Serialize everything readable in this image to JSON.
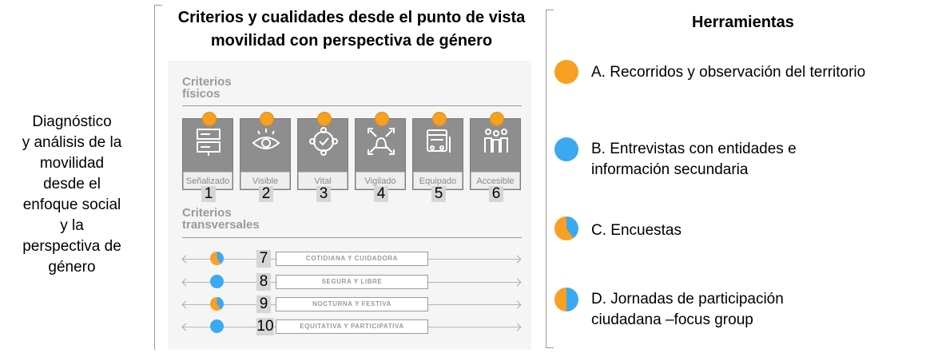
{
  "left": {
    "text": "Diagnóstico\ny análisis de la\nmovilidad\ndesde el\nenfoque social\ny la\nperspectiva de\ngénero"
  },
  "center": {
    "title": "Criterios y cualidades desde el punto de vista movilidad con perspectiva de género",
    "physical_section_label": "Criterios\nfísicos",
    "transversal_section_label": "Criterios\ntransversales",
    "criteria": [
      {
        "label": "Señalizado",
        "number": "1",
        "icon": "signage-icon"
      },
      {
        "label": "Visible",
        "number": "2",
        "icon": "eye-icon"
      },
      {
        "label": "Vital",
        "number": "3",
        "icon": "people-circle-icon"
      },
      {
        "label": "Vigilado",
        "number": "4",
        "icon": "surveillance-icon"
      },
      {
        "label": "Equipado",
        "number": "5",
        "icon": "equipment-icon"
      },
      {
        "label": "Accesible",
        "number": "6",
        "icon": "family-icon"
      }
    ],
    "transversal": [
      {
        "number": "7",
        "label": "COTIDIANA Y CUIDADORA",
        "marker": "pie"
      },
      {
        "number": "8",
        "label": "SEGURA Y LIBRE",
        "marker": "blue"
      },
      {
        "number": "9",
        "label": "NOCTURNA Y FESTIVA",
        "marker": "pie"
      },
      {
        "number": "10",
        "label": "EQUITATIVA Y PARTICIPATIVA",
        "marker": "blue"
      }
    ]
  },
  "right": {
    "title": "Herramientas",
    "tools": [
      {
        "text": "A. Recorridos y observación del territorio",
        "marker": "orange"
      },
      {
        "text": "B. Entrevistas con entidades e\ninformación secundaria",
        "marker": "blue"
      },
      {
        "text": "C. Encuestas",
        "marker": "pie"
      },
      {
        "text": "D. Jornadas de participación\nciudadana –focus group",
        "marker": "pie-half"
      }
    ]
  },
  "colors": {
    "orange": "#f7a021",
    "blue": "#3aa9f1",
    "card": "#8e8e8e"
  }
}
